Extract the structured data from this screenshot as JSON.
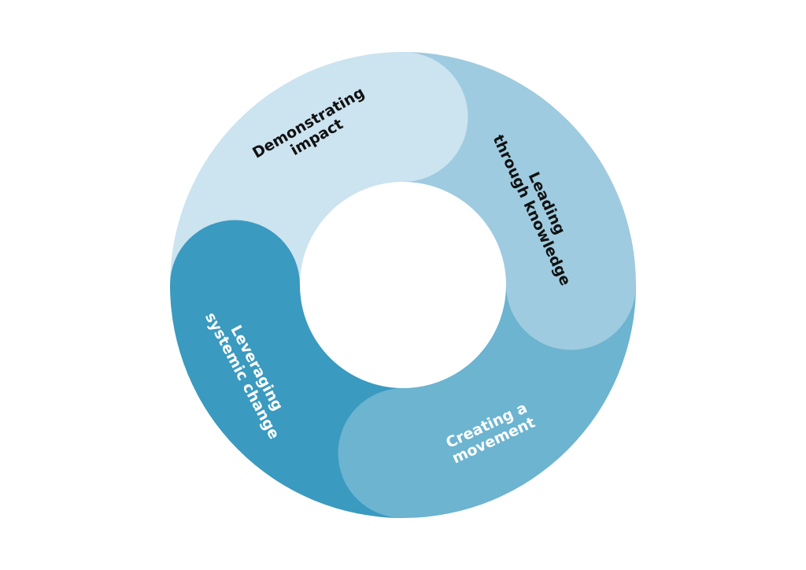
{
  "diagram": {
    "segments": [
      {
        "id": "demonstrating-impact",
        "lines": [
          "Demonstrating",
          "impact"
        ],
        "color": "#cce3f0",
        "text_color": "#111111"
      },
      {
        "id": "leading-through-knowledge",
        "lines": [
          "Leading",
          "through knowledge"
        ],
        "color": "#9ecbdf",
        "text_color": "#111111"
      },
      {
        "id": "creating-a-movement",
        "lines": [
          "Creating a",
          "movement"
        ],
        "color": "#6cb4d0",
        "text_color": "#ffffff"
      },
      {
        "id": "leveraging-systemic-change",
        "lines": [
          "Leveraging",
          "systemic change"
        ],
        "color": "#3a9ac0",
        "text_color": "#ffffff"
      }
    ]
  }
}
